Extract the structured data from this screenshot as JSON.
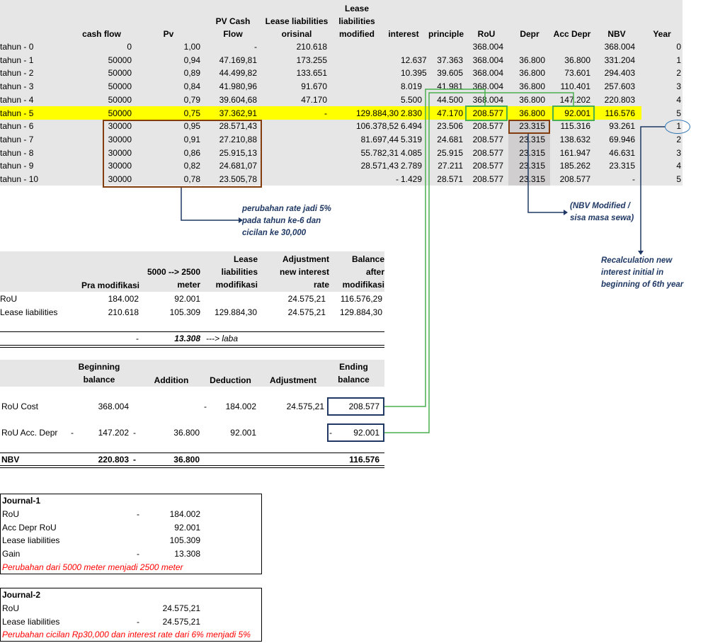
{
  "top": {
    "headers": [
      "cash flow",
      "Pv",
      "PV Cash\nFlow",
      "Lease liabilities\norisinal",
      "Lease\nliabilities\nmodified",
      "interest",
      "principle",
      "RoU",
      "Depr",
      "Acc Depr",
      "NBV",
      "Year"
    ],
    "rows": [
      [
        "tahun - 0",
        "0",
        "1,00",
        "-",
        "210.618",
        "",
        "",
        "",
        "368.004",
        "",
        "",
        "368.004",
        "0"
      ],
      [
        "tahun - 1",
        "50000",
        "0,94",
        "47.169,81",
        "173.255",
        "",
        "12.637",
        "37.363",
        "368.004",
        "36.800",
        "36.800",
        "331.204",
        "1"
      ],
      [
        "tahun - 2",
        "50000",
        "0,89",
        "44.499,82",
        "133.651",
        "",
        "10.395",
        "39.605",
        "368.004",
        "36.800",
        "73.601",
        "294.403",
        "2"
      ],
      [
        "tahun - 3",
        "50000",
        "0,84",
        "41.980,96",
        "91.670",
        "",
        "8.019",
        "41.981",
        "368.004",
        "36.800",
        "110.401",
        "257.603",
        "3"
      ],
      [
        "tahun - 4",
        "50000",
        "0,79",
        "39.604,68",
        "47.170",
        "",
        "5.500",
        "44.500",
        "368.004",
        "36.800",
        "147.202",
        "220.803",
        "4"
      ],
      [
        "tahun - 5",
        "50000",
        "0,75",
        "37.362,91",
        "-",
        "129.884,30",
        "2.830",
        "47.170",
        "208.577",
        "36.800",
        "92.001",
        "116.576",
        "5"
      ],
      [
        "tahun - 6",
        "30000",
        "0,95",
        "28.571,43",
        "",
        "106.378,52",
        "6.494",
        "23.506",
        "208.577",
        "23.315",
        "115.316",
        "93.261",
        "1"
      ],
      [
        "tahun - 7",
        "30000",
        "0,91",
        "27.210,88",
        "",
        "81.697,44",
        "5.319",
        "24.681",
        "208.577",
        "23.315",
        "138.632",
        "69.946",
        "2"
      ],
      [
        "tahun - 8",
        "30000",
        "0,86",
        "25.915,13",
        "",
        "55.782,31",
        "4.085",
        "25.915",
        "208.577",
        "23.315",
        "161.947",
        "46.631",
        "3"
      ],
      [
        "tahun - 9",
        "30000",
        "0,82",
        "24.681,07",
        "",
        "28.571,43",
        "2.789",
        "27.211",
        "208.577",
        "23.315",
        "185.262",
        "23.315",
        "4"
      ],
      [
        "tahun - 10",
        "30000",
        "0,78",
        "23.505,78",
        "",
        "-",
        "1.429",
        "28.571",
        "208.577",
        "23.315",
        "208.577",
        "-",
        "5"
      ]
    ]
  },
  "notes": {
    "rate_change": "perubahan rate jadi 5%\npada tahun ke-6 dan\ncicilan ke 30,000",
    "nbv_modified": "(NBV Modified /\nsisa masa sewa)",
    "recalc": "Recalculation new\ninterest initial in\nbeginning of 6th year"
  },
  "mod": {
    "headers": [
      "Pra modifikasi",
      "5000 --> 2500\nmeter",
      "Lease\nliabilities\nmodifikasi",
      "Adjustment\nnew interest\nrate",
      "Balance\nafter\nmodifikasi"
    ],
    "rows": [
      [
        "RoU",
        "184.002",
        "92.001",
        "",
        "24.575,21",
        "116.576,29"
      ],
      [
        "Lease liabilities",
        "210.618",
        "105.309",
        "129.884,30",
        "24.575,21",
        "129.884,30"
      ]
    ],
    "total_dash": "-",
    "total_value": "13.308",
    "total_note": "---> laba"
  },
  "rollfwd": {
    "headers": [
      "Beginning\nbalance",
      "Addition",
      "Deduction",
      "Adjustment",
      "Ending\nbalance"
    ],
    "rows": [
      [
        "RoU Cost",
        "368.004",
        "",
        "-",
        "184.002",
        "24.575,21",
        "208.577"
      ],
      [
        "RoU Acc. Depr",
        "-",
        "147.202",
        "-",
        "36.800",
        "92.001",
        "",
        "-",
        "92.001"
      ]
    ],
    "nbv": [
      "NBV",
      "220.803",
      "-",
      "36.800",
      "116.576"
    ]
  },
  "journal1": {
    "title": "Journal-1",
    "lines": [
      [
        "RoU",
        "-",
        "184.002"
      ],
      [
        "Acc Depr RoU",
        "",
        "92.001"
      ],
      [
        "Lease liabilities",
        "",
        "105.309"
      ],
      [
        "Gain",
        "-",
        "13.308"
      ]
    ],
    "note": "Perubahan dari 5000 meter menjadi 2500 meter"
  },
  "journal2": {
    "title": "Journal-2",
    "lines": [
      [
        "RoU",
        "",
        "24.575,21"
      ],
      [
        "Lease liabilities",
        "-",
        "24.575,21"
      ]
    ],
    "note": "Perubahan cicilan Rp30,000 dan interest rate dari 6% menjadi 5%"
  },
  "colors": {
    "highlight": "#ffff00",
    "band": "#e7e6e6",
    "green": "#4caf50",
    "brown": "#833c0b",
    "navy": "#1f3864",
    "blue": "#2e75b6",
    "red": "#ff0000"
  }
}
